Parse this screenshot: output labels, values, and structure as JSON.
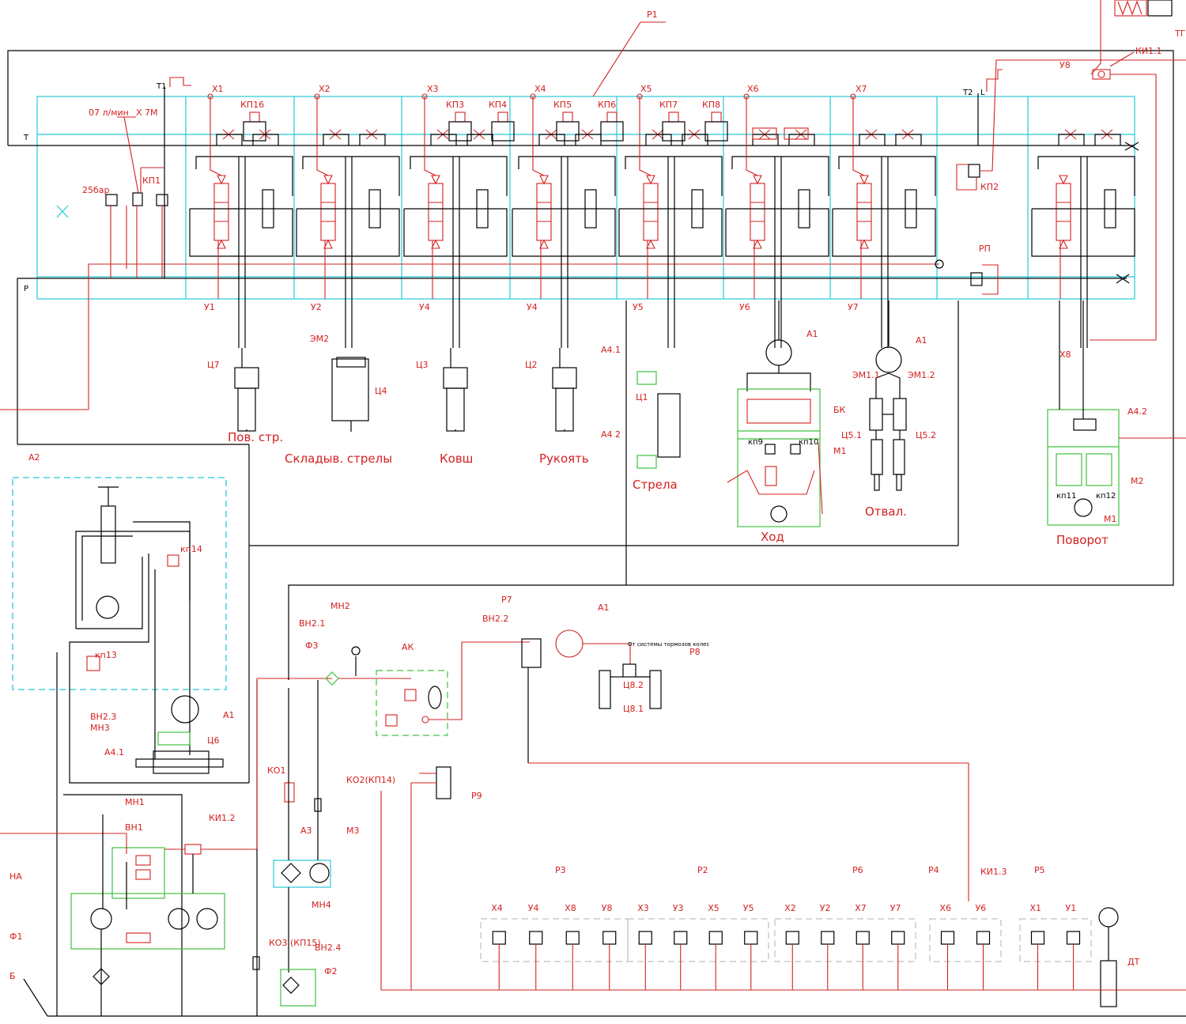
{
  "labels": {
    "p1": "Р1",
    "t": "Т",
    "p": "Р",
    "t1": "Т1",
    "t2": "Т2",
    "l": "L",
    "tg": "ТГ",
    "ki11": "КИ1.1",
    "u8": "У8",
    "flow": "07 л/мин",
    "x7m": "Х 7М",
    "bar": "25бар",
    "kp1": "КП1",
    "kp2": "КП2",
    "rp": "РП",
    "x_top": [
      "Х1",
      "Х2",
      "Х3",
      "Х4",
      "Х5",
      "Х6",
      "Х7"
    ],
    "u_bottom": [
      "У1",
      "У2",
      "У4",
      "У4",
      "У5",
      "У6",
      "У7"
    ],
    "kp_top": [
      "КП16",
      "КП3",
      "КП4",
      "КП5",
      "КП6",
      "КП7",
      "КП8"
    ],
    "x8": "Х8",
    "cyl": [
      "Ц7",
      "Ц4",
      "Ц3",
      "Ц2",
      "Ц1"
    ],
    "em2": "ЭМ2",
    "a41": "А4.1",
    "a42": "А4.2",
    "a2_valve": "А4 2",
    "a1": "А1",
    "bk": "БК",
    "m1": "М1",
    "kp9": "кп9",
    "kp10": "кп10",
    "em11": "ЭМ1.1",
    "em12": "ЭМ1.2",
    "c51": "Ц5.1",
    "c52": "Ц5.2",
    "m2": "М2",
    "kp11": "кп11",
    "kp12": "кп12",
    "m1b": "М1",
    "names": [
      "Пов. стр.",
      "Складыв. стрелы",
      "Ковш",
      "Рукоять",
      "Стрела",
      "Ход",
      "Отвал.",
      "Поворот"
    ],
    "a2": "А2",
    "kp14": "кп14",
    "kp13": "кп13",
    "a1_left": "А1",
    "a41_left": "А4.1",
    "c6": "Ц6",
    "vn23": "ВН2.3",
    "mn3": "МН3",
    "mn2": "МН2",
    "vn21": "ВН2.1",
    "f3": "Ф3",
    "ak": "АК",
    "vn22": "ВН2.2",
    "p7": "Р7",
    "a1_mid": "А1",
    "brake_note": "От системы тормозов колес",
    "p8": "Р8",
    "c82": "Ц8.2",
    "c81": "Ц8.1",
    "p9": "Р9",
    "ko1": "КО1",
    "ko2": "КО2(КП14)",
    "a3": "А3",
    "m3": "М3",
    "mn4": "МН4",
    "vn24": "ВН2.4",
    "ko3": "КО3 (КП15)",
    "f2": "Ф2",
    "mn1": "МН1",
    "vn1": "ВН1",
    "ki12": "КИ1.2",
    "na": "НА",
    "f1": "Ф1",
    "b": "Б",
    "p3": "Р3",
    "p2": "Р2",
    "p6": "Р6",
    "p4": "Р4",
    "ki13": "КИ1.3",
    "p5": "Р5",
    "dt": "ДТ",
    "p3_ports": [
      "Х4",
      "У4",
      "Х8",
      "У8"
    ],
    "p2_ports": [
      "Х3",
      "У3",
      "Х5",
      "У5"
    ],
    "p6_ports": [
      "Х2",
      "У2",
      "Х7",
      "У7"
    ],
    "p4_ports": [
      "Х6",
      "У6"
    ],
    "p5_ports": [
      "Х1",
      "У1"
    ]
  },
  "colors": {
    "line": "#000000",
    "hydraulic": "#d42020",
    "block": "#28c8d8",
    "group": "#40c040"
  }
}
